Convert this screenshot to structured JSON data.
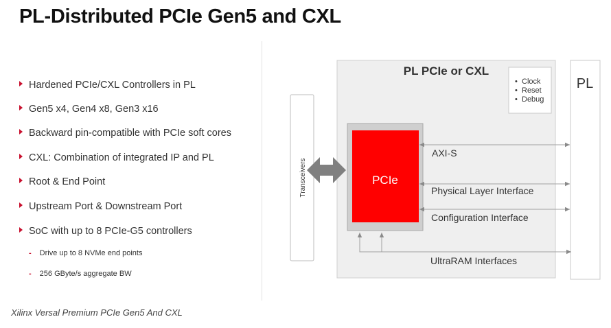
{
  "title": "PL-Distributed PCIe Gen5 and CXL",
  "bullets": [
    "Hardened PCIe/CXL Controllers in PL",
    "Gen5 x4, Gen4 x8, Gen3 x16",
    "Backward pin-compatible with PCIe soft cores",
    "CXL: Combination of integrated IP and PL",
    "Root & End Point",
    "Upstream Port & Downstream Port",
    "SoC with up to 8 PCIe-G5 controllers"
  ],
  "sub_bullets": [
    "Drive up to 8 NVMe end points",
    "256 GByte/s aggregate BW"
  ],
  "diagram": {
    "block_title": "PL PCIe or CXL",
    "pl_label": "PL",
    "transceivers_label": "Transceivers",
    "pcie_label": "PCIe",
    "clock_items": [
      "Clock",
      "Reset",
      "Debug"
    ],
    "interfaces": {
      "axi": "AXI-S",
      "phy": "Physical Layer Interface",
      "config": "Configuration Interface",
      "ultraram": "UltraRAM Interfaces"
    },
    "colors": {
      "pcie_fill": "#ff0000",
      "bullet_marker": "#c8102e",
      "arrow": "#808080"
    }
  },
  "caption": "Xilinx Versal Premium PCIe Gen5 And CXL"
}
